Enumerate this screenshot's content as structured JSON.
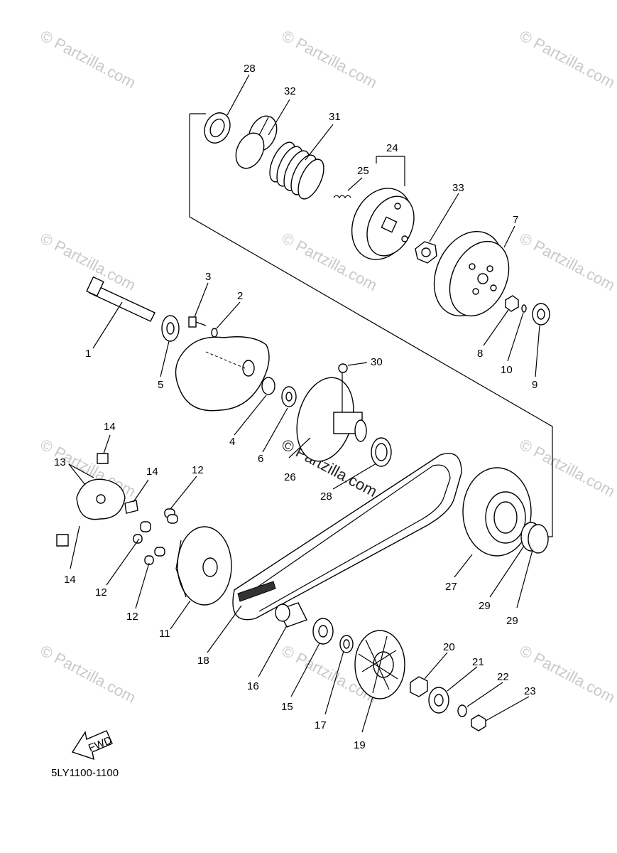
{
  "diagram_code": "5LY1100-1100",
  "watermark_text": "© Partzilla.com",
  "center_watermark_text": "© Partzilla.com",
  "direction_arrow_label": "FWD",
  "callouts": [
    {
      "id": "c28a",
      "text": "28"
    },
    {
      "id": "c32",
      "text": "32"
    },
    {
      "id": "c31",
      "text": "31"
    },
    {
      "id": "c24",
      "text": "24"
    },
    {
      "id": "c25",
      "text": "25"
    },
    {
      "id": "c33",
      "text": "33"
    },
    {
      "id": "c7",
      "text": "7"
    },
    {
      "id": "c3",
      "text": "3"
    },
    {
      "id": "c2",
      "text": "2"
    },
    {
      "id": "c1",
      "text": "1"
    },
    {
      "id": "c5",
      "text": "5"
    },
    {
      "id": "c8",
      "text": "8"
    },
    {
      "id": "c10",
      "text": "10"
    },
    {
      "id": "c9",
      "text": "9"
    },
    {
      "id": "c30",
      "text": "30"
    },
    {
      "id": "c4",
      "text": "4"
    },
    {
      "id": "c6",
      "text": "6"
    },
    {
      "id": "c26",
      "text": "26"
    },
    {
      "id": "c28b",
      "text": "28"
    },
    {
      "id": "c14a",
      "text": "14"
    },
    {
      "id": "c13",
      "text": "13"
    },
    {
      "id": "c14b",
      "text": "14"
    },
    {
      "id": "c12a",
      "text": "12"
    },
    {
      "id": "c14c",
      "text": "14"
    },
    {
      "id": "c12b",
      "text": "12"
    },
    {
      "id": "c12c",
      "text": "12"
    },
    {
      "id": "c11",
      "text": "11"
    },
    {
      "id": "c18",
      "text": "18"
    },
    {
      "id": "c27",
      "text": "27"
    },
    {
      "id": "c29a",
      "text": "29"
    },
    {
      "id": "c29b",
      "text": "29"
    },
    {
      "id": "c16",
      "text": "16"
    },
    {
      "id": "c15",
      "text": "15"
    },
    {
      "id": "c17",
      "text": "17"
    },
    {
      "id": "c19",
      "text": "19"
    },
    {
      "id": "c20",
      "text": "20"
    },
    {
      "id": "c21",
      "text": "21"
    },
    {
      "id": "c22",
      "text": "22"
    },
    {
      "id": "c23",
      "text": "23"
    }
  ]
}
